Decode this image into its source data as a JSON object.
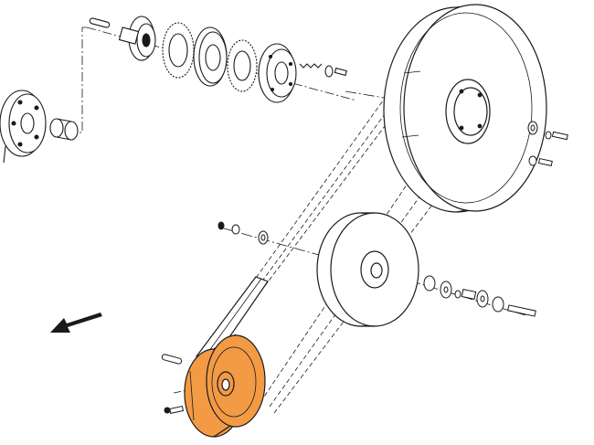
{
  "diagram": {
    "kind": "exploded-view",
    "colors": {
      "line": "#1a1a1a",
      "background": "#ffffff",
      "highlight": "#f39a45",
      "highlight_dark": "#e07f22"
    },
    "highlighted_part": "small-drive-pulley",
    "direction_arrow": "arrow-pointing-lower-left"
  }
}
